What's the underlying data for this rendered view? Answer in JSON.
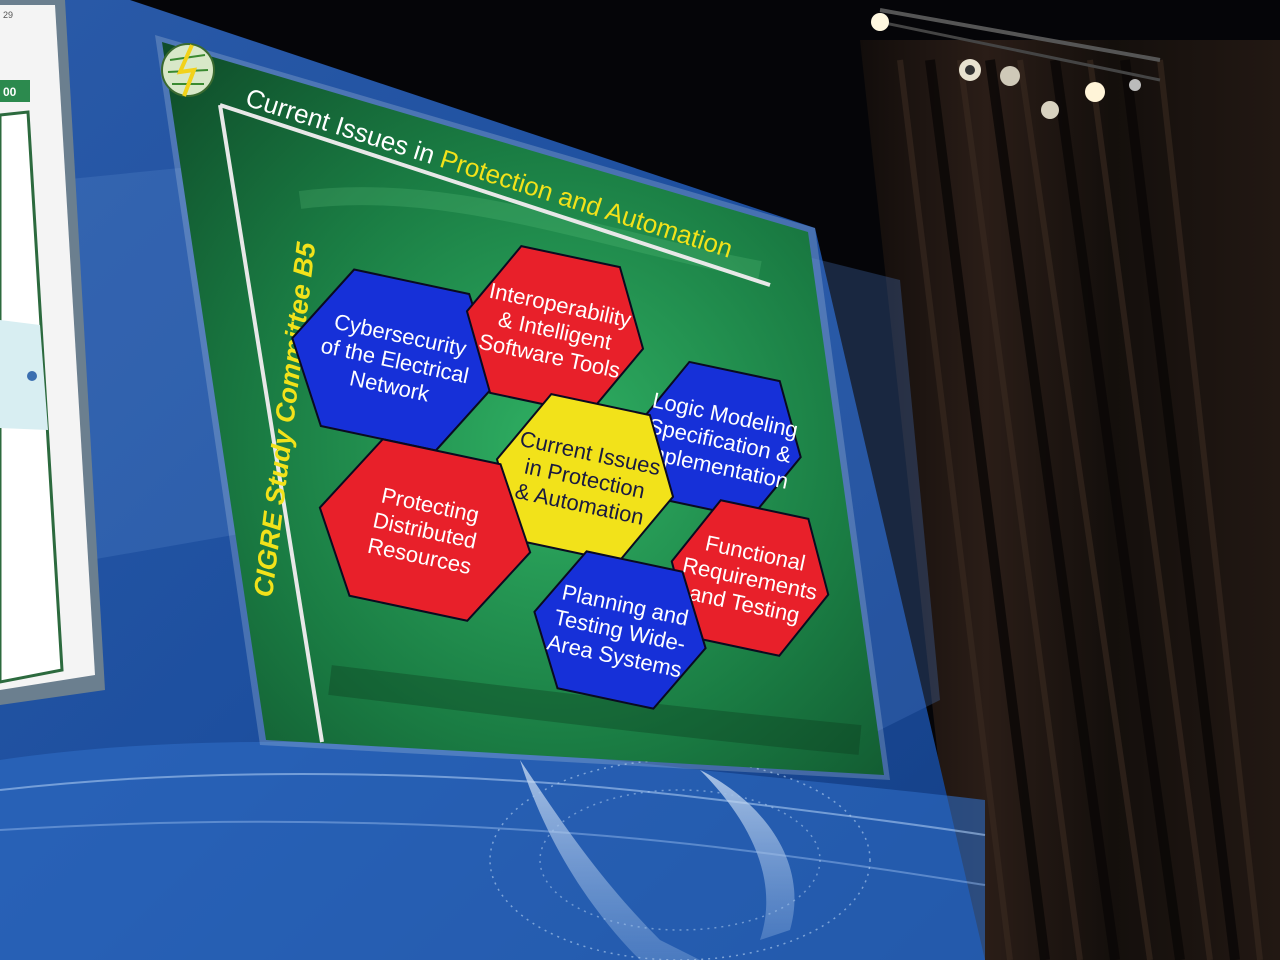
{
  "slide": {
    "title_part1": "Current Issues in ",
    "title_part2": "Protection and Automation",
    "vertical_label": "CIGRE Study Committee B5",
    "hexagons": [
      {
        "id": "cybersecurity",
        "lines": [
          "Cybersecurity",
          "of the Electrical",
          "Network"
        ],
        "color": "#1630d8",
        "text_color": "#ffffff"
      },
      {
        "id": "interoperability",
        "lines": [
          "Interoperability",
          "& Intelligent",
          "Software Tools"
        ],
        "color": "#e8202a",
        "text_color": "#ffffff"
      },
      {
        "id": "logic-modeling",
        "lines": [
          "Logic Modeling",
          "Specification &",
          "Implementation"
        ],
        "color": "#1630d8",
        "text_color": "#ffffff"
      },
      {
        "id": "center",
        "lines": [
          "Current Issues",
          "in Protection",
          "& Automation"
        ],
        "color": "#f2e21a",
        "text_color": "#1a1a40"
      },
      {
        "id": "protecting-distributed",
        "lines": [
          "Protecting",
          "Distributed",
          "Resources"
        ],
        "color": "#e8202a",
        "text_color": "#ffffff"
      },
      {
        "id": "functional-requirements",
        "lines": [
          "Functional",
          "Requirements",
          "and Testing"
        ],
        "color": "#e8202a",
        "text_color": "#ffffff"
      },
      {
        "id": "planning-testing",
        "lines": [
          "Planning and",
          "Testing Wide-",
          "Area Systems"
        ],
        "color": "#1630d8",
        "text_color": "#ffffff"
      }
    ]
  },
  "side_screen": {
    "top_text": "29",
    "tab_text": "00"
  },
  "colors": {
    "stage_background": "#050508",
    "slide_green": "#1f8a4a",
    "title_yellow": "#f2e21a",
    "projection_blue": "#1b4fa8"
  }
}
